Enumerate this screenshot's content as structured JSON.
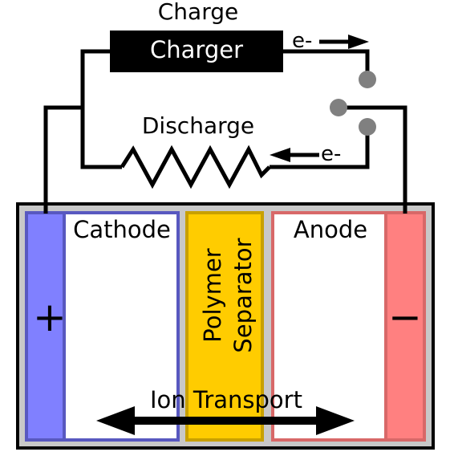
{
  "labels": {
    "charge": "Charge",
    "charger": "Charger",
    "discharge": "Discharge",
    "electron_top": "e-",
    "electron_bottom": "e-",
    "cathode": "Cathode",
    "anode": "Anode",
    "separator_line1": "Polymer",
    "separator_line2": "Separator",
    "plus": "+",
    "minus": "−",
    "ion_transport": "Ion Transport"
  },
  "colors": {
    "wire": "#000000",
    "charger_fill": "#000000",
    "charger_text": "#ffffff",
    "casing_fill": "#c8c8c8",
    "cathode_terminal": "#8080ff",
    "cathode_border": "#5858c0",
    "anode_terminal": "#ff8080",
    "anode_border": "#d86868",
    "separator_fill": "#ffcc00",
    "separator_border": "#c8a000",
    "switch_contact": "#808080"
  },
  "icons": {
    "switch": "switch-contacts-icon",
    "resistor": "resistor-icon",
    "ion_arrow": "double-arrow-icon",
    "electron_arrows": "arrow-icon"
  }
}
